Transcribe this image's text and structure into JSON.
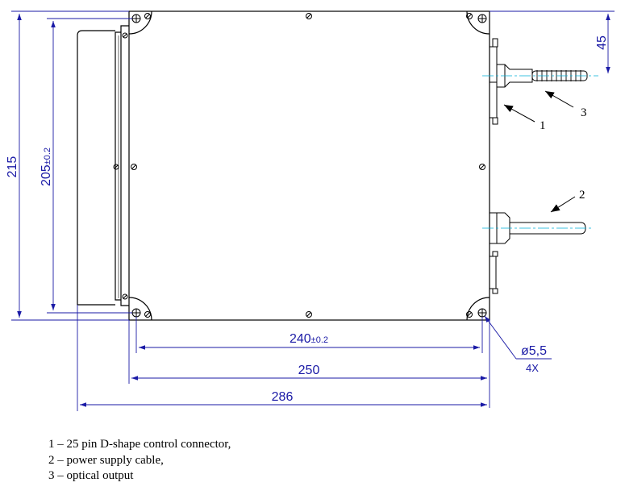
{
  "dimensions": {
    "height_total": "215",
    "height_inner": "205",
    "height_inner_tol": "±0.2",
    "offset_top": "45",
    "width_holes": "240",
    "width_holes_tol": "±0.2",
    "width_body": "250",
    "width_total": "286",
    "hole_diameter": "ø5,5",
    "hole_count": "4X"
  },
  "callouts": {
    "c1": "1",
    "c2": "2",
    "c3": "3"
  },
  "legend": {
    "items": [
      "1 – 25 pin D-shape control connector,",
      "2 – power supply cable,",
      "3 – optical output"
    ]
  },
  "colors": {
    "dimension": "#1a1aa6",
    "outline": "#000000",
    "centerline": "#00b0d8"
  }
}
